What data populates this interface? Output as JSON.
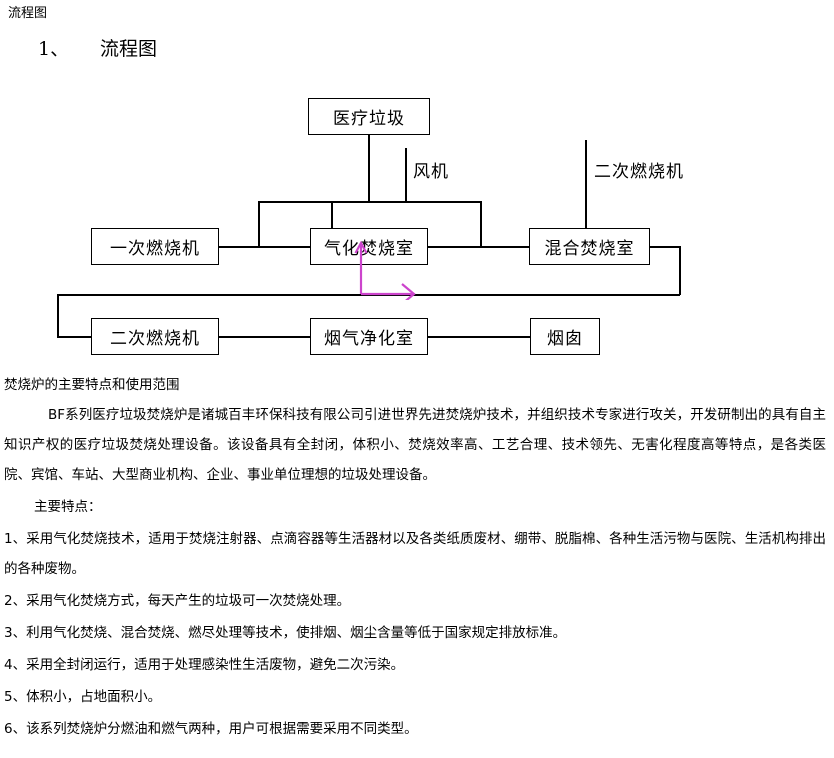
{
  "document": {
    "header_label": "流程图",
    "section_number": "1、",
    "section_title": "流程图"
  },
  "diagram": {
    "title": "流程图",
    "boxes": {
      "medical_waste": "医疗垃圾",
      "primary_burner": "一次燃烧机",
      "gasification_chamber": "气化焚烧室",
      "mixed_chamber": "混合焚烧室",
      "secondary_burner": "二次燃烧机",
      "flue_gas_purifier": "烟气净化室",
      "chimney": "烟囱"
    },
    "labels": {
      "fan": "风机",
      "secondary_burner_label": "二次燃烧机"
    },
    "accent_color": "#cc44cc",
    "line_color": "#000000"
  },
  "content": {
    "subtitle": "焚烧炉的主要特点和使用范围",
    "intro": "BF系列医疗垃圾焚烧炉是诸城百丰环保科技有限公司引进世界先进焚烧炉技术，并组织技术专家进行攻关，开发研制出的具有自主知识产权的医疗垃圾焚烧处理设备。该设备具有全封闭，体积小、焚烧效率高、工艺合理、技术领先、无害化程度高等特点，是各类医院、宾馆、车站、大型商业机构、企业、事业单位理想的垃圾处理设备。",
    "features_lead": "主要特点：",
    "features": [
      "1、采用气化焚烧技术，适用于焚烧注射器、点滴容器等生活器材以及各类纸质废材、绷带、脱脂棉、各种生活污物与医院、生活机构排出的各种废物。",
      "2、采用气化焚烧方式，每天产生的垃圾可一次焚烧处理。",
      "3、利用气化焚烧、混合焚烧、燃尽处理等技术，使排烟、烟尘含量等低于国家规定排放标准。",
      "4、采用全封闭运行，适用于处理感染性生活废物，避免二次污染。",
      "5、体积小，占地面积小。",
      "6、该系列焚烧炉分燃油和燃气两种，用户可根据需要采用不同类型。"
    ]
  }
}
